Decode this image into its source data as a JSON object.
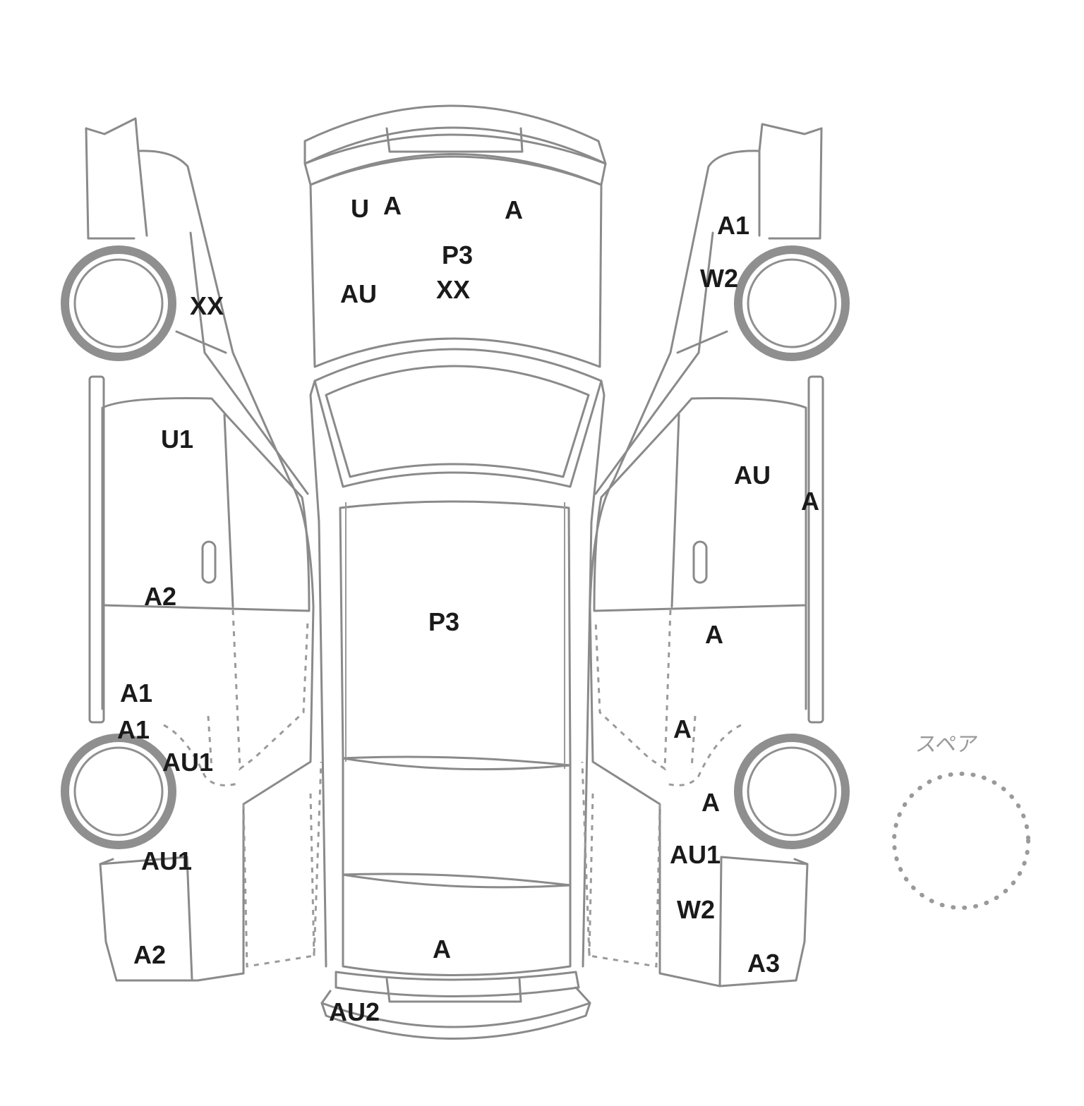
{
  "spare_label": "スペア",
  "marks": [
    {
      "id": "top-u",
      "text": "U"
    },
    {
      "id": "top-a-left",
      "text": "A"
    },
    {
      "id": "top-a-right",
      "text": "A"
    },
    {
      "id": "top-p3",
      "text": "P3"
    },
    {
      "id": "top-au",
      "text": "AU"
    },
    {
      "id": "top-xx",
      "text": "XX"
    },
    {
      "id": "left-xx",
      "text": "XX"
    },
    {
      "id": "left-u1",
      "text": "U1"
    },
    {
      "id": "left-a2-door",
      "text": "A2"
    },
    {
      "id": "left-a1-upper",
      "text": "A1"
    },
    {
      "id": "left-a1-lower",
      "text": "A1"
    },
    {
      "id": "left-au1-upper",
      "text": "AU1"
    },
    {
      "id": "left-au1-lower",
      "text": "AU1"
    },
    {
      "id": "left-a2-rear",
      "text": "A2"
    },
    {
      "id": "roof-p3",
      "text": "P3"
    },
    {
      "id": "trunk-a",
      "text": "A"
    },
    {
      "id": "rear-au2",
      "text": "AU2"
    },
    {
      "id": "right-a1",
      "text": "A1"
    },
    {
      "id": "right-w2-upper",
      "text": "W2"
    },
    {
      "id": "right-au",
      "text": "AU"
    },
    {
      "id": "right-a-edge",
      "text": "A"
    },
    {
      "id": "right-a-door",
      "text": "A"
    },
    {
      "id": "right-a-sill",
      "text": "A"
    },
    {
      "id": "right-a-wheel",
      "text": "A"
    },
    {
      "id": "right-au1",
      "text": "AU1"
    },
    {
      "id": "right-w2-lower",
      "text": "W2"
    },
    {
      "id": "right-a3",
      "text": "A3"
    }
  ]
}
